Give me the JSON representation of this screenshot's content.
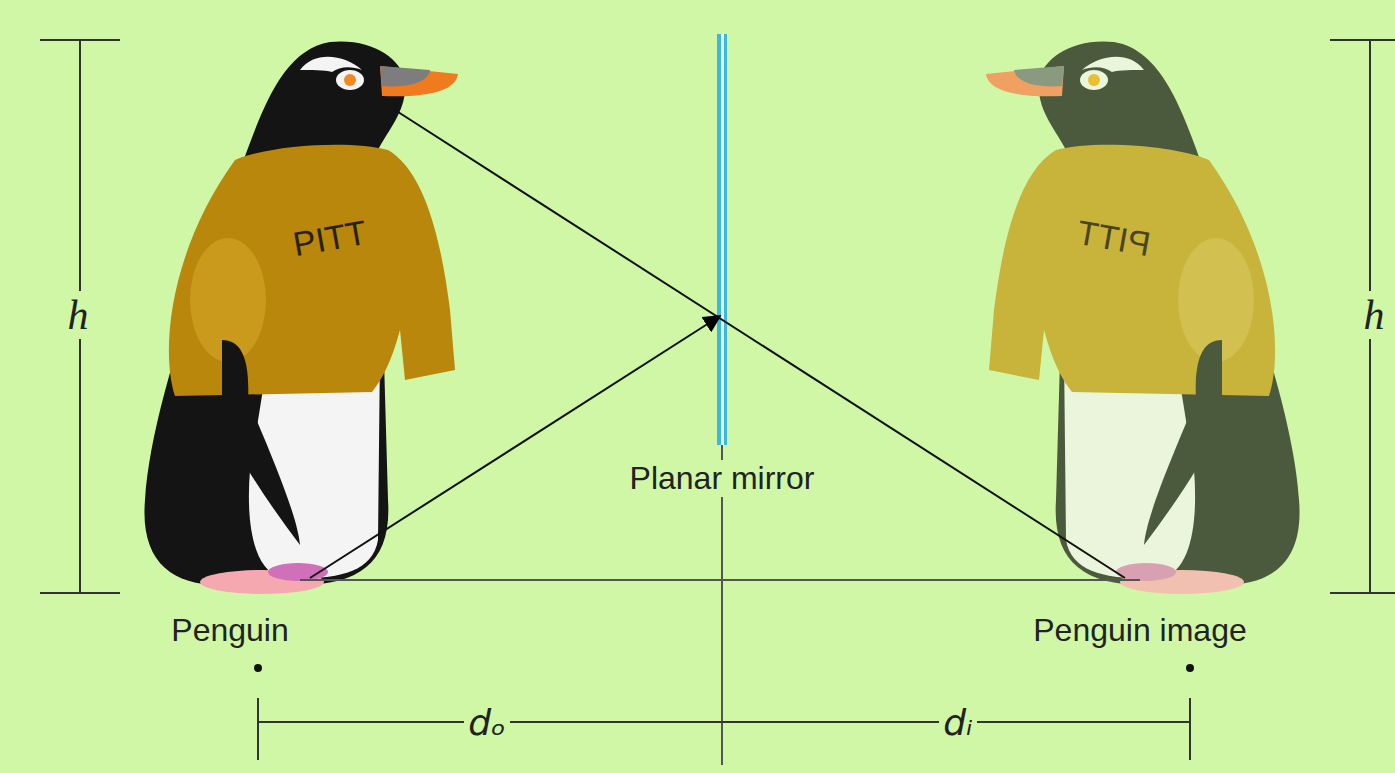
{
  "diagram": {
    "labels": [
      "h",
      "PITT",
      "PITT",
      "h",
      "Planar mirror",
      "Penguin",
      "Penguin image",
      "dₒ",
      "dᵢ"
    ]
  }
}
